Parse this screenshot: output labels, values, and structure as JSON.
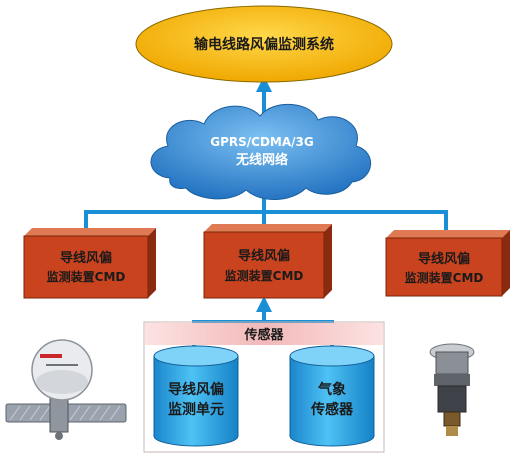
{
  "system": {
    "title": "输电线路风偏监测系统"
  },
  "network": {
    "line1": "GPRS/CDMA/3G",
    "line2": "无线网络"
  },
  "devices": [
    {
      "line1": "导线风偏",
      "line2": "监测装置CMD"
    },
    {
      "line1": "导线风偏",
      "line2": "监测装置CMD"
    },
    {
      "line1": "导线风偏",
      "line2": "监测装置CMD"
    }
  ],
  "sensors": {
    "title": "传感器",
    "items": [
      {
        "line1": "导线风偏",
        "line2": "监测单元"
      },
      {
        "line1": "气象",
        "line2": "传感器"
      }
    ]
  },
  "colors": {
    "arrow": "#1b8fd6",
    "ellipse": "#f5b80a",
    "cloud": "#2f86d0",
    "device_box": "#c9431f",
    "cylinder": "#1f9ee0",
    "sensor_header": "#f4c8c8"
  }
}
